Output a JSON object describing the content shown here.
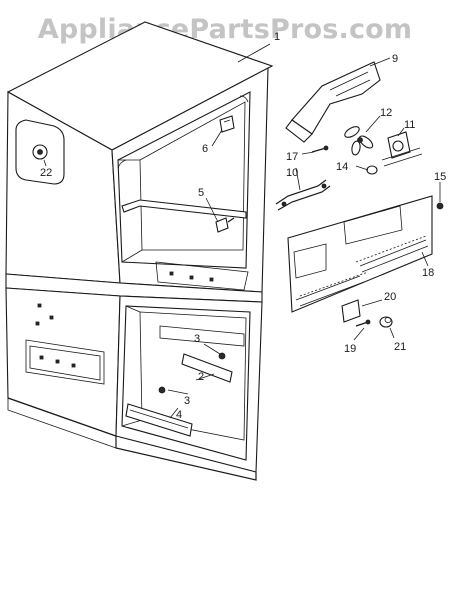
{
  "watermark": "AppliancePartsPros.com",
  "callouts": {
    "c1": "1",
    "c2": "2",
    "c3a": "3",
    "c3b": "3",
    "c4": "4",
    "c5": "5",
    "c6": "6",
    "c9": "9",
    "c10": "10",
    "c11": "11",
    "c12": "12",
    "c14": "14",
    "c15": "15",
    "c17": "17",
    "c18": "18",
    "c19": "19",
    "c20": "20",
    "c21": "21",
    "c22": "22"
  }
}
